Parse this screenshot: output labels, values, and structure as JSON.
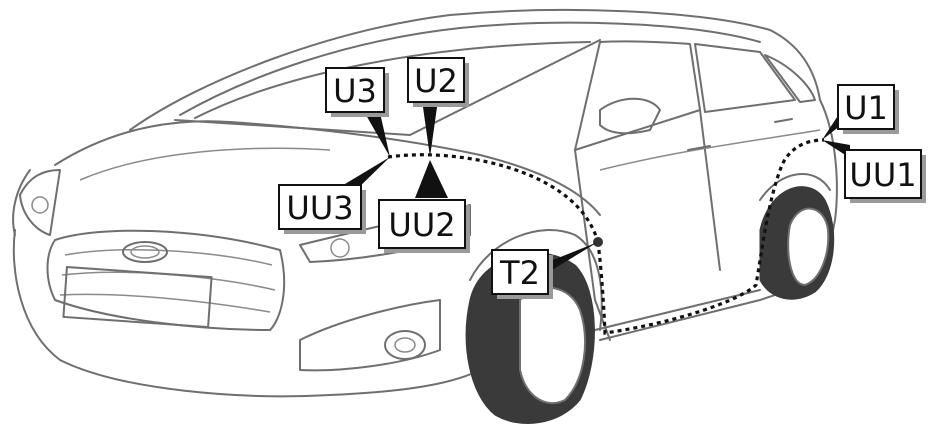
{
  "labels": {
    "u3": "U3",
    "u2": "U2",
    "uu3": "UU3",
    "uu2": "UU2",
    "t2": "T2",
    "u1": "U1",
    "uu1": "UU1"
  },
  "colors": {
    "car_outline": "#6f6f6f",
    "tire": "#3a3a3a",
    "route": "#111111",
    "label_shadow": "#9a9a9a"
  }
}
